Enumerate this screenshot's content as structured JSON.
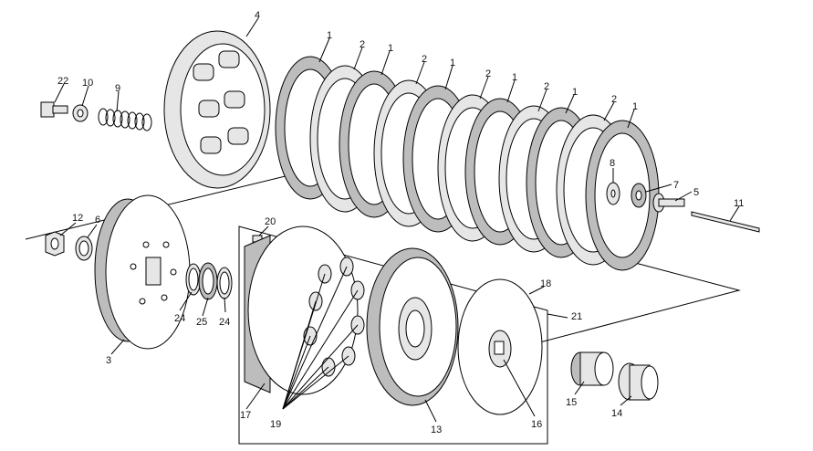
{
  "callouts": [
    {
      "id": "c1a",
      "text": "1"
    },
    {
      "id": "c1b",
      "text": "1"
    },
    {
      "id": "c1c",
      "text": "1"
    },
    {
      "id": "c1d",
      "text": "1"
    },
    {
      "id": "c1e",
      "text": "1"
    },
    {
      "id": "c1f",
      "text": "1"
    },
    {
      "id": "c2a",
      "text": "2"
    },
    {
      "id": "c2b",
      "text": "2"
    },
    {
      "id": "c2c",
      "text": "2"
    },
    {
      "id": "c2d",
      "text": "2"
    },
    {
      "id": "c2e",
      "text": "2"
    },
    {
      "id": "c3",
      "text": "3"
    },
    {
      "id": "c4",
      "text": "4"
    },
    {
      "id": "c5",
      "text": "5"
    },
    {
      "id": "c6",
      "text": "6"
    },
    {
      "id": "c7",
      "text": "7"
    },
    {
      "id": "c8",
      "text": "8"
    },
    {
      "id": "c9",
      "text": "9"
    },
    {
      "id": "c10",
      "text": "10"
    },
    {
      "id": "c11",
      "text": "11"
    },
    {
      "id": "c12",
      "text": "12"
    },
    {
      "id": "c13",
      "text": "13"
    },
    {
      "id": "c14",
      "text": "14"
    },
    {
      "id": "c15",
      "text": "15"
    },
    {
      "id": "c16",
      "text": "16"
    },
    {
      "id": "c17",
      "text": "17"
    },
    {
      "id": "c18",
      "text": "18"
    },
    {
      "id": "c19",
      "text": "19"
    },
    {
      "id": "c20",
      "text": "20"
    },
    {
      "id": "c21",
      "text": "21"
    },
    {
      "id": "c22",
      "text": "22"
    },
    {
      "id": "c24a",
      "text": "24"
    },
    {
      "id": "c24b",
      "text": "24"
    },
    {
      "id": "c25",
      "text": "25"
    }
  ]
}
